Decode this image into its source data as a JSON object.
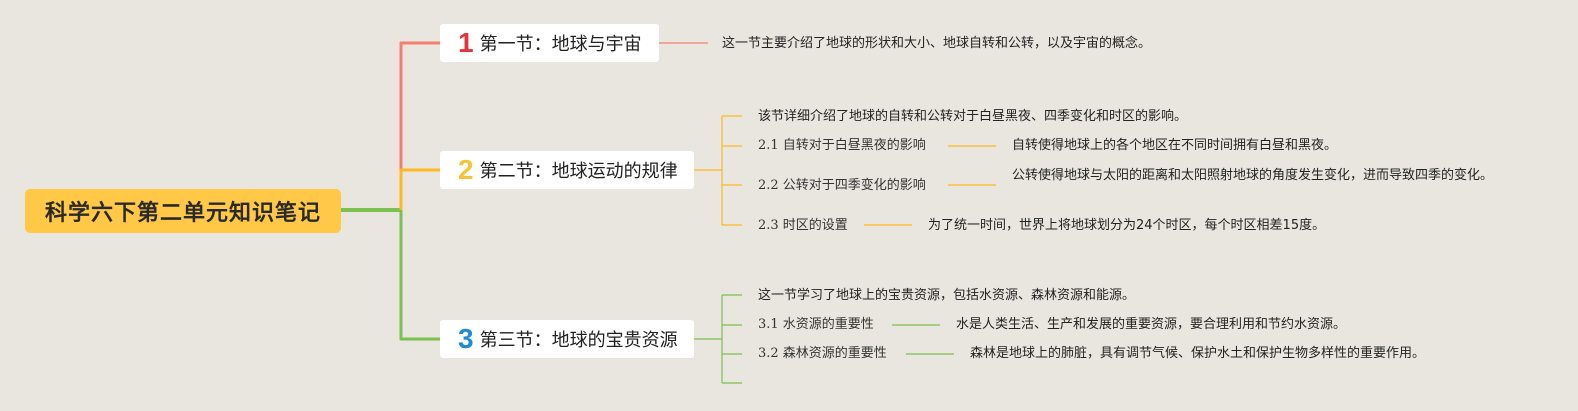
{
  "root": {
    "title": "科学六下第二单元知识笔记"
  },
  "colors": {
    "root_fill": "#ffc846",
    "branch_1": "#f47f6e",
    "branch_2": "#ffb81f",
    "branch_3": "#7cc04f"
  },
  "sections": [
    {
      "number": "1",
      "title": "第一节：地球与宇宙",
      "summary": "这一节主要介绍了地球的形状和大小、地球自转和公转，以及宇宙的概念。"
    },
    {
      "number": "2",
      "title": "第二节：地球运动的规律",
      "summary": "该节详细介绍了地球的自转和公转对于白昼黑夜、四季变化和时区的影响。",
      "topics": [
        {
          "label": "2.1 自转对于白昼黑夜的影响",
          "detail": "自转使得地球上的各个地区在不同时间拥有白昼和黑夜。"
        },
        {
          "label": "2.2 公转对于四季变化的影响",
          "detail": "公转使得地球与太阳的距离和太阳照射地球的角度发生变化，进而导致四季的变化。"
        },
        {
          "label": "2.3 时区的设置",
          "detail": "为了统一时间，世界上将地球划分为24个时区，每个时区相差15度。"
        }
      ]
    },
    {
      "number": "3",
      "title": "第三节：地球的宝贵资源",
      "summary": "这一节学习了地球上的宝贵资源，包括水资源、森林资源和能源。",
      "topics": [
        {
          "label": "3.1 水资源的重要性",
          "detail": "水是人类生活、生产和发展的重要资源，要合理利用和节约水资源。"
        },
        {
          "label": "3.2 森林资源的重要性",
          "detail": "森林是地球上的肺脏，具有调节气候、保护水土和保护生物多样性的重要作用。"
        }
      ]
    }
  ]
}
